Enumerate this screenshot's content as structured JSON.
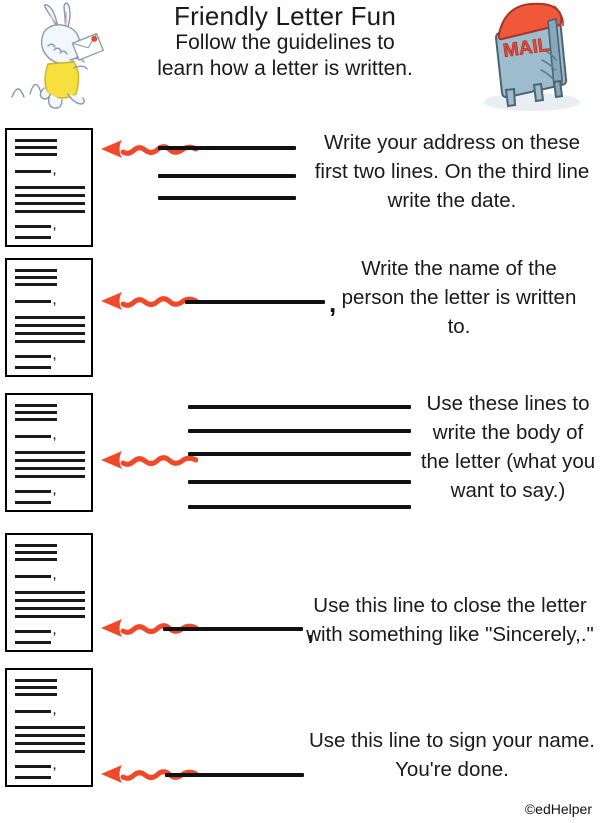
{
  "header": {
    "title": "Friendly Letter Fun",
    "subtitle_line1": "Follow the guidelines to",
    "subtitle_line2": "learn how a letter is written.",
    "bunny_icon": "bunny-with-letter-icon",
    "mailbox_icon": "mailbox-icon",
    "mailbox_label": "MAIL"
  },
  "sections": [
    {
      "id": "address-date",
      "instruction": "Write your address on these first two lines. On the third line write the date.",
      "line_count": 3,
      "has_comma": false,
      "arrow_target": "address-lines",
      "arrow_icon": "squiggly-arrow-left-icon"
    },
    {
      "id": "greeting",
      "instruction": "Write the name of the person the letter is written to.",
      "line_count": 1,
      "has_comma": true,
      "arrow_target": "greeting-line",
      "arrow_icon": "squiggly-arrow-left-icon"
    },
    {
      "id": "body",
      "instruction": "Use these lines to write the body of the letter (what you want to say.)",
      "line_count": 5,
      "has_comma": false,
      "arrow_target": "body-lines",
      "arrow_icon": "squiggly-arrow-left-icon"
    },
    {
      "id": "closing",
      "instruction": "Use this line to close the letter with something like \"Sincerely,.\"",
      "line_count": 1,
      "has_comma": true,
      "arrow_target": "closing-line",
      "arrow_icon": "squiggly-arrow-left-icon"
    },
    {
      "id": "signature",
      "instruction": "Use this line to sign your name. You're done.",
      "line_count": 1,
      "has_comma": false,
      "arrow_target": "signature-line",
      "arrow_icon": "squiggly-arrow-left-icon"
    }
  ],
  "letter_diagram": {
    "comma_glyph": ",",
    "parts": [
      "address-line-1",
      "address-line-2",
      "address-line-3",
      "greeting-line",
      "body-line-1",
      "body-line-2",
      "body-line-3",
      "body-line-4",
      "closing-line",
      "signature-line"
    ]
  },
  "footer": {
    "credit": "©edHelper"
  },
  "colors": {
    "arrow_red": "#F0492A",
    "ink_black": "#1a1a1a",
    "mailbox_body": "#9dbccd",
    "mailbox_top": "#f0583a",
    "bunny_shirt": "#f7e03d"
  }
}
